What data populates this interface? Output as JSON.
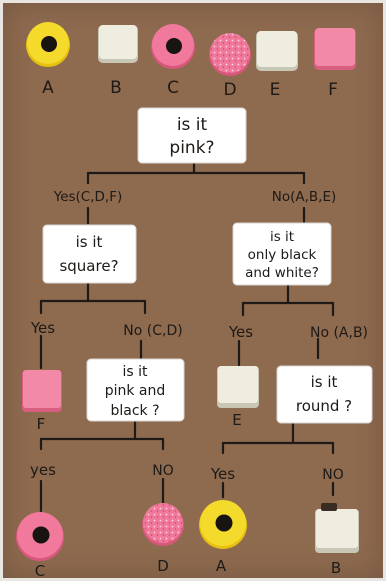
{
  "sweets_top": [
    {
      "letter": "A",
      "kind": "yellow-round-black-centre"
    },
    {
      "letter": "B",
      "kind": "white-square"
    },
    {
      "letter": "C",
      "kind": "pink-round-black-centre"
    },
    {
      "letter": "D",
      "kind": "pink-sprinkle-round"
    },
    {
      "letter": "E",
      "kind": "white-square"
    },
    {
      "letter": "F",
      "kind": "pink-square"
    }
  ],
  "q_pink": [
    "is it",
    "pink?"
  ],
  "branch_yes_cdf": "Yes(C,D,F)",
  "branch_no_abe": "No(A,B,E)",
  "q_square": [
    "is it",
    "square?"
  ],
  "q_black_white": [
    "is it",
    "only black",
    "and white?"
  ],
  "yes_square": "Yes",
  "no_cd": "No (C,D)",
  "yes_bw": "Yes",
  "no_ab": "No (A,B)",
  "leaf_f": "F",
  "leaf_e": "E",
  "q_pink_black": [
    "is it",
    "pink and",
    "black ?"
  ],
  "q_round": [
    "is it",
    "round ?"
  ],
  "yes_pb": "yes",
  "no_pb": "NO",
  "yes_round": "Yes",
  "no_round": "NO",
  "leaf_c": "C",
  "leaf_d": "D",
  "leaf_a": "A",
  "leaf_b": "B",
  "colors": {
    "board": "#8e6a4f",
    "ink": "#1d1a17",
    "card": "#ffffff",
    "pink": "#f0799b",
    "pink_square": "#f08aa6",
    "yellow": "#f2d522",
    "white_sweet": "#ecebdc"
  }
}
